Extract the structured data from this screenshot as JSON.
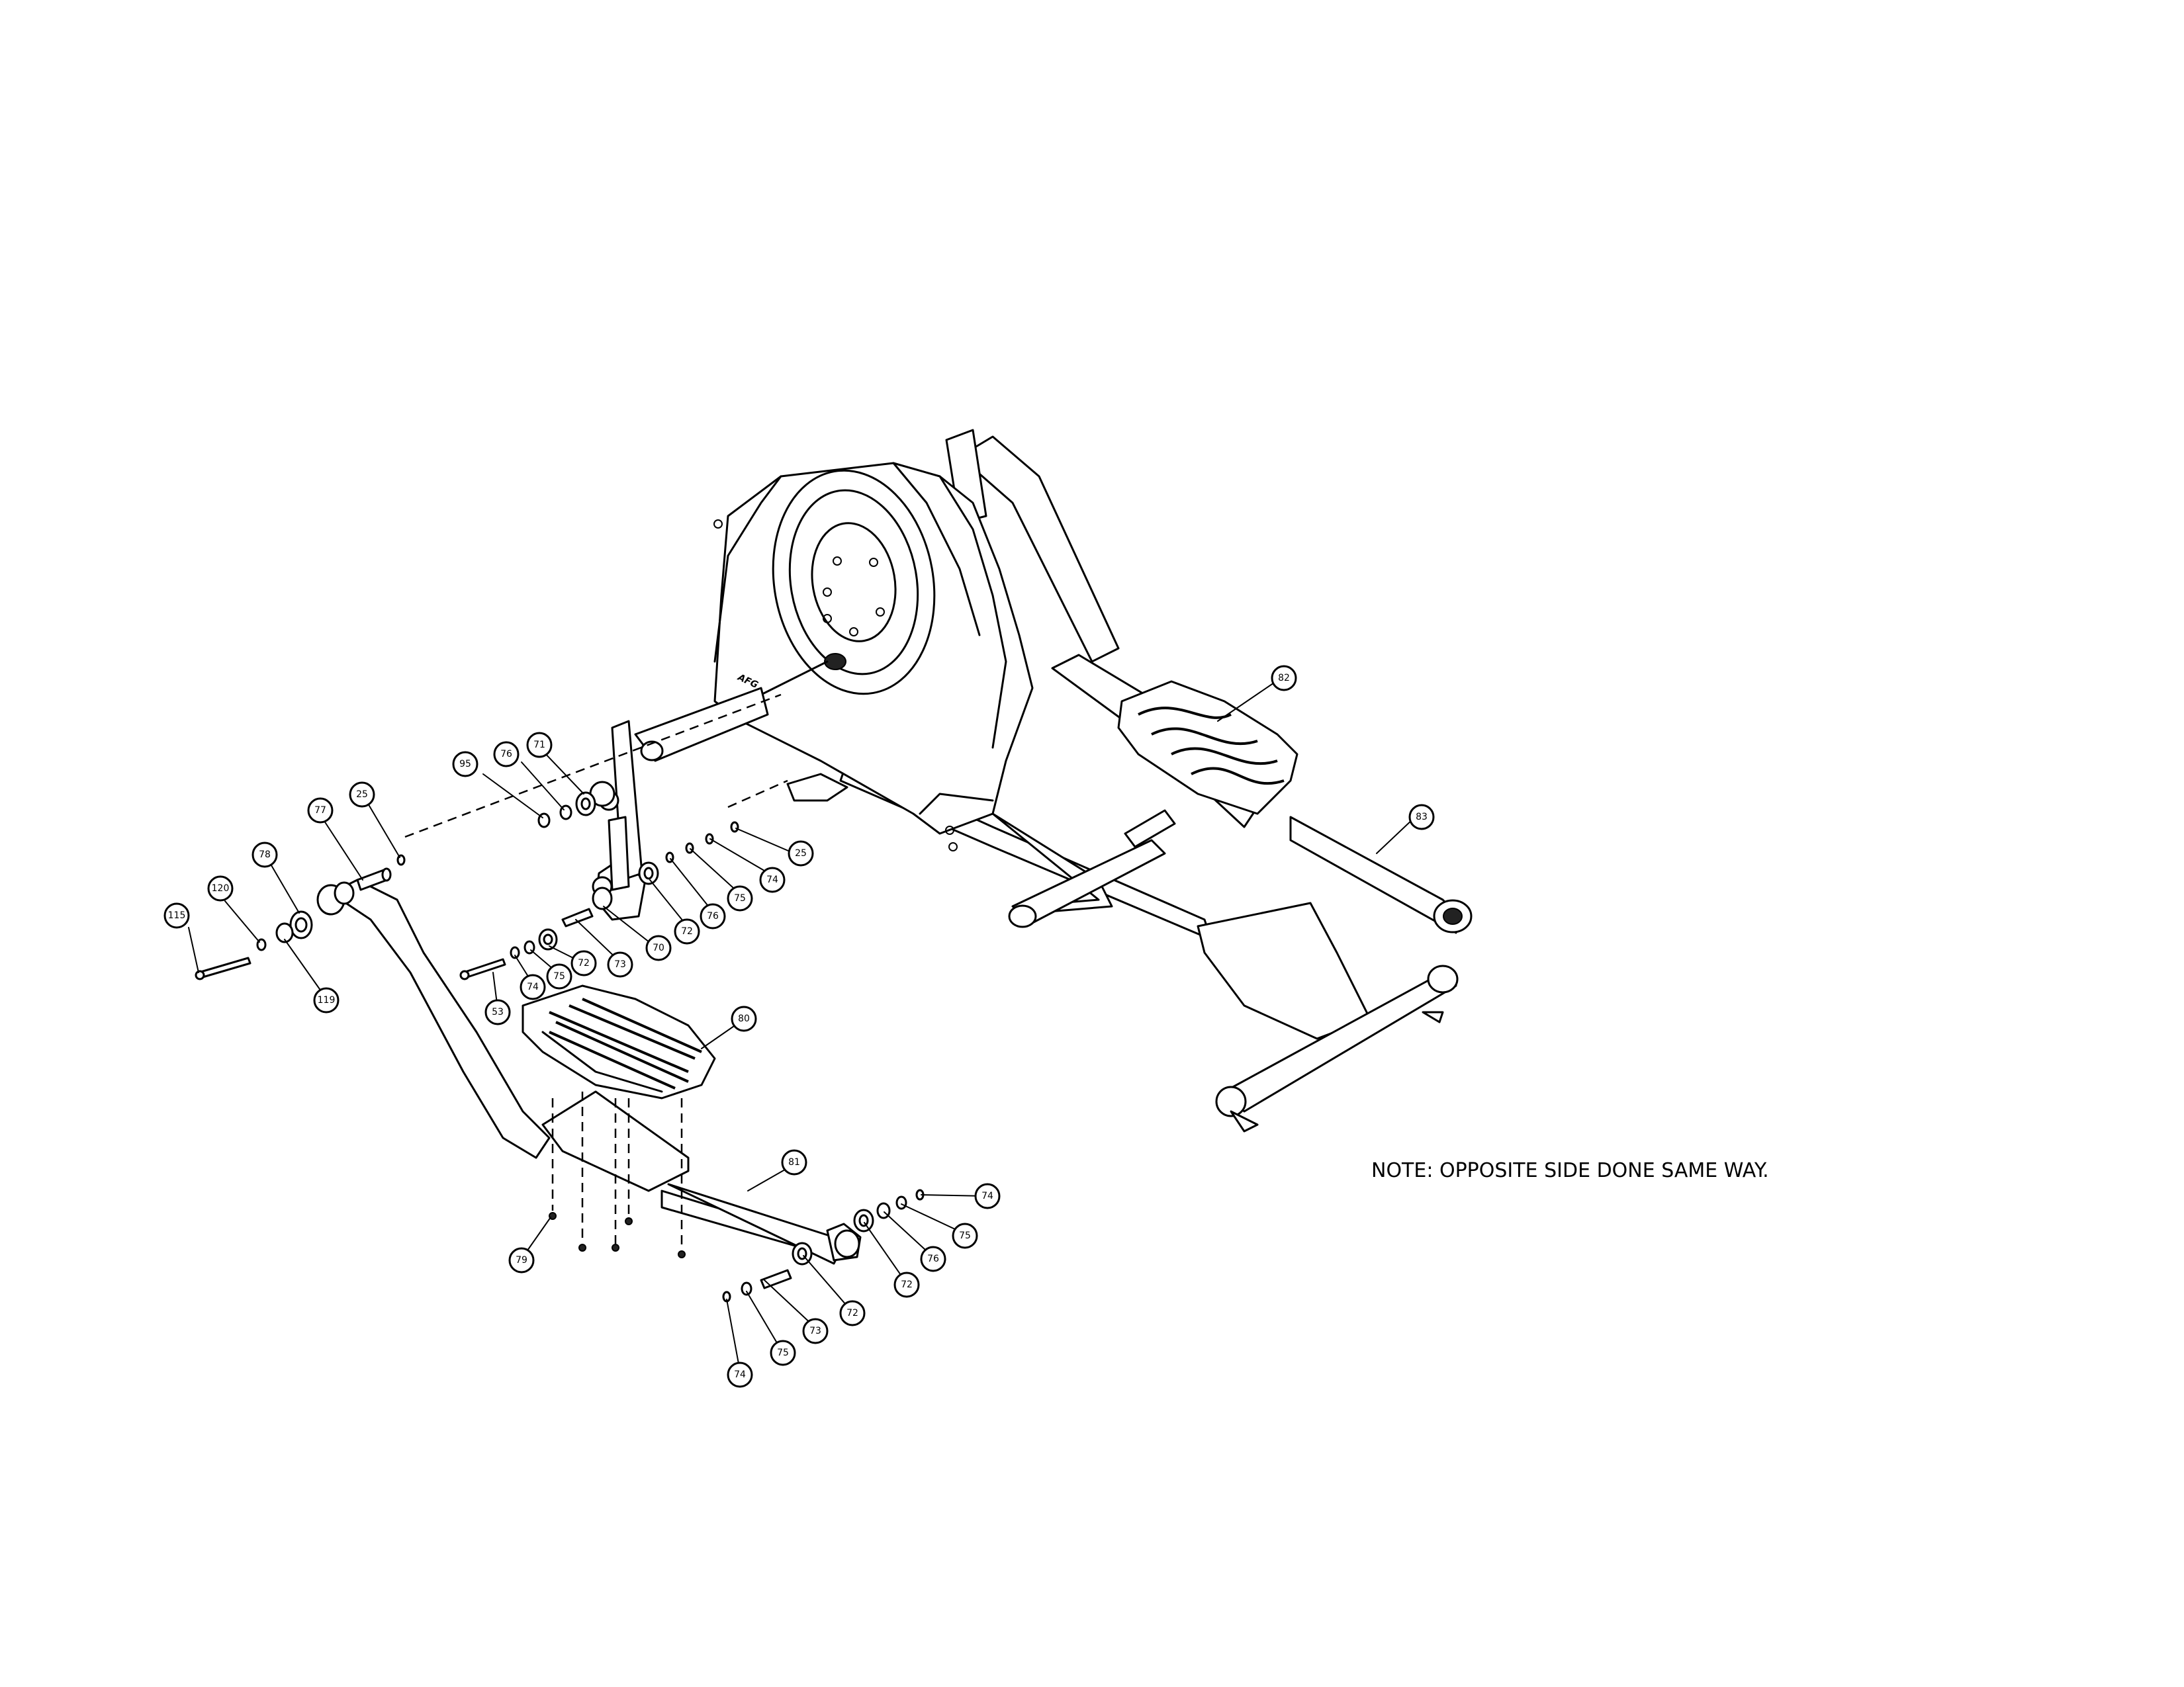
{
  "diagram": {
    "type": "exploded-parts-diagram",
    "note": "NOTE:  OPPOSITE SIDE DONE SAME WAY.",
    "brand_mark": "AFG",
    "callouts": [
      "115",
      "120",
      "78",
      "119",
      "77",
      "25",
      "95",
      "76",
      "71",
      "25",
      "74",
      "75",
      "76",
      "72",
      "70",
      "73",
      "72",
      "75",
      "74",
      "53",
      "80",
      "79",
      "81",
      "74",
      "75",
      "76",
      "72",
      "72",
      "73",
      "75",
      "74",
      "82",
      "83"
    ]
  }
}
